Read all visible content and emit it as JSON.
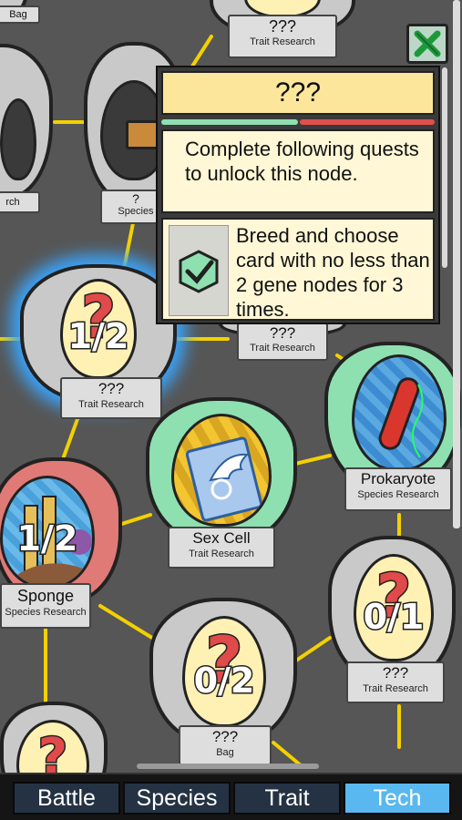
{
  "colors": {
    "background": "#565656",
    "link": "#f3d100",
    "gray_shield": "#c9c9c9",
    "green_shield": "#8fe0b0",
    "red_shield": "#e07a76",
    "egg": "#fff1b3",
    "question_mark": "#e14a4a",
    "active_tab": "#59b8f0",
    "inactive_tab": "#243244"
  },
  "nodes": [
    {
      "id": "top-bag",
      "name": "Bag",
      "type": "",
      "progress": ""
    },
    {
      "id": "top-trait",
      "name": "???",
      "type": "Trait Research",
      "progress": ""
    },
    {
      "id": "left-research",
      "name": "",
      "type": "rch",
      "progress": ""
    },
    {
      "id": "species-locked",
      "name": "?",
      "type": "Species",
      "progress": ""
    },
    {
      "id": "selected",
      "name": "???",
      "type": "Trait Research",
      "progress": "1/2",
      "icon": "question-mark"
    },
    {
      "id": "under-popup",
      "name": "???",
      "type": "Trait Research",
      "progress": ""
    },
    {
      "id": "prokaryote",
      "name": "Prokaryote",
      "type": "Species Research",
      "progress": "",
      "icon": "bacterium"
    },
    {
      "id": "sex-cell",
      "name": "Sex Cell",
      "type": "Trait Research",
      "progress": "",
      "icon": "winged-card"
    },
    {
      "id": "sponge",
      "name": "Sponge",
      "type": "Species Research",
      "progress": "1/2",
      "icon": "sponge"
    },
    {
      "id": "right-locked",
      "name": "???",
      "type": "Trait Research",
      "progress": "0/1",
      "icon": "question-mark"
    },
    {
      "id": "bottom-locked",
      "name": "???",
      "type": "Bag",
      "progress": "0/2",
      "icon": "question-mark"
    },
    {
      "id": "bottom-left",
      "name": "",
      "type": "",
      "progress": "",
      "icon": "question-mark"
    }
  ],
  "popup": {
    "title": "???",
    "description": "Complete following quests to unlock this node.",
    "quest": "Breed and choose card with no less than 2 gene nodes for 3 times.",
    "quest_icon": "checkmark-badge-icon",
    "close_icon": "close-x-icon"
  },
  "tabs": [
    {
      "label": "Battle",
      "active": false
    },
    {
      "label": "Species",
      "active": false
    },
    {
      "label": "Trait",
      "active": false
    },
    {
      "label": "Tech",
      "active": true
    }
  ]
}
